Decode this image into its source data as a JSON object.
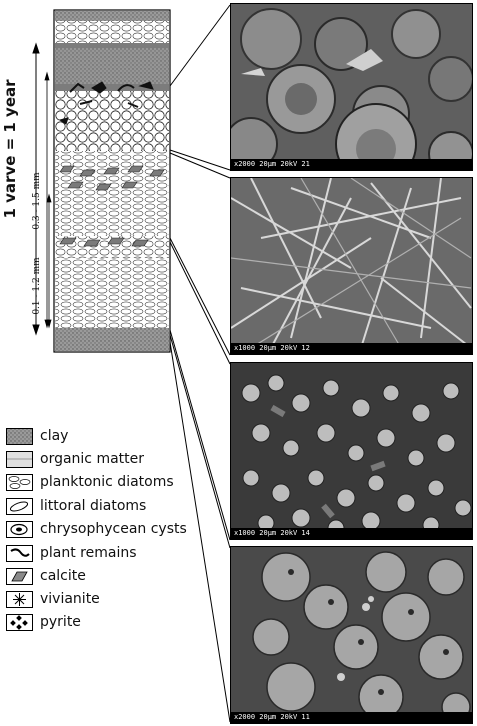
{
  "axis": {
    "varve_label": "1 varve = 1 year",
    "range_1": "0.3 - 1.5 mm",
    "range_2": "0.1 - 1.2 mm"
  },
  "legend": {
    "items": [
      {
        "label": "clay",
        "icon": "clay-swatch-icon"
      },
      {
        "label": "organic matter",
        "icon": "organic-matter-swatch-icon"
      },
      {
        "label": "planktonic diatoms",
        "icon": "planktonic-diatoms-swatch-icon"
      },
      {
        "label": "littoral diatoms",
        "icon": "littoral-diatoms-swatch-icon"
      },
      {
        "label": "chrysophycean cysts",
        "icon": "chrysophycean-cysts-swatch-icon"
      },
      {
        "label": "plant remains",
        "icon": "plant-remains-swatch-icon"
      },
      {
        "label": "calcite",
        "icon": "calcite-swatch-icon"
      },
      {
        "label": "vivianite",
        "icon": "vivianite-swatch-icon"
      },
      {
        "label": "pyrite",
        "icon": "pyrite-swatch-icon"
      }
    ]
  },
  "sem_panels": [
    {
      "caption": "x2000   20µm   20kV   21",
      "content": "planktonic diatoms"
    },
    {
      "caption": "x1000   20µm   20kV   12",
      "content": "calcite"
    },
    {
      "caption": "x1000   20µm   20kV   14",
      "content": "diatoms"
    },
    {
      "caption": "x2000   20µm   20kV   11",
      "content": "chrysophycean cysts"
    }
  ],
  "colors": {
    "clay": "#8a8a8a",
    "sem_background": "#6e6e6e",
    "sem_dark": "#2e2e2e",
    "sem_light": "#d8d8d8"
  }
}
